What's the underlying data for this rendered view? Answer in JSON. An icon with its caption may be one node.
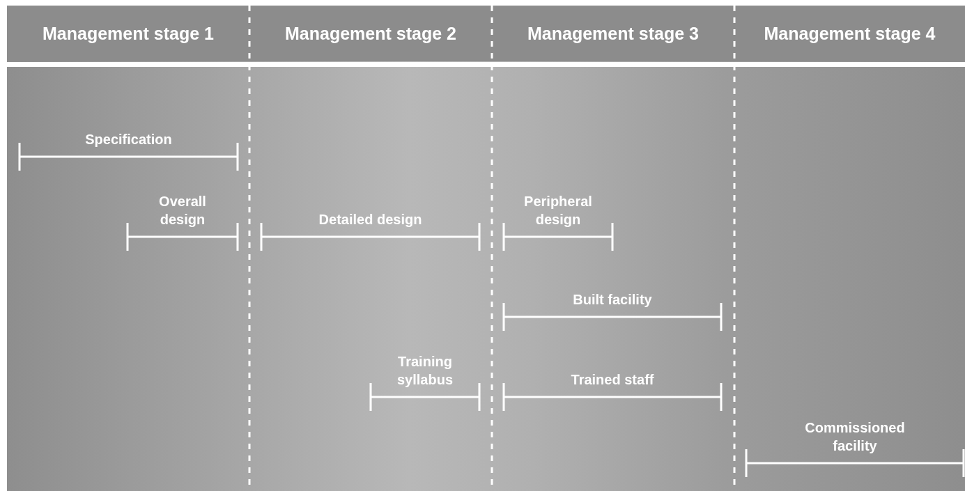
{
  "diagram": {
    "labels": [
      "Management stage 1",
      "Management stage 2",
      "Management stage 3",
      "Management stage 4",
      "Specification",
      "Overall design",
      "Detailed design",
      "Peripheral design",
      "Built facility",
      "Training syllabus",
      "Trained staff",
      "Commissioned facility"
    ]
  }
}
